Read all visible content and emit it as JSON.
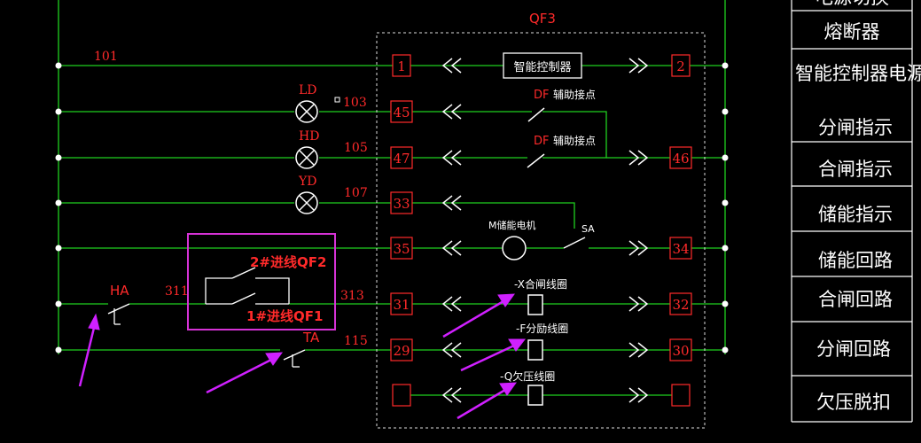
{
  "breaker": {
    "name": "QF3"
  },
  "wire_labels": {
    "w101": "101",
    "w103": "103",
    "w105": "105",
    "w107": "107",
    "w311": "311",
    "w313": "313",
    "w115": "115"
  },
  "lamps": {
    "ld": "LD",
    "hd": "HD",
    "yd": "YD"
  },
  "switches": {
    "ha": "HA",
    "ta": "TA",
    "sa": "SA"
  },
  "components": {
    "controller": "智能控制器",
    "df1_prefix": "DF",
    "df1_label": "辅助接点",
    "df2_prefix": "DF",
    "df2_label": "辅助接点",
    "motor": "M储能电机",
    "close_coil": "-X合闸线圈",
    "shunt_coil": "-F分励线圈",
    "uv_coil": "-Q欠压线圈"
  },
  "interlock": {
    "qf2": "2#进线QF2",
    "qf1": "1#进线QF1"
  },
  "terminals_left": [
    "1",
    "45",
    "47",
    "33",
    "35",
    "31",
    "29",
    ""
  ],
  "terminals_right": [
    "2",
    "46",
    "34",
    "32",
    "30",
    ""
  ],
  "legend": {
    "top_partial": "电源切换",
    "items": [
      "熔断器",
      "智能控制器电源",
      "分闸指示",
      "合闸指示",
      "储能指示",
      "储能回路",
      "合闸回路",
      "分闸回路",
      "欠压脱扣"
    ]
  },
  "colors": {
    "wire": "#1fd01f",
    "label": "#ff2a2a",
    "box": "#d632d6",
    "arrow": "#d020ff",
    "outline": "#ffffff"
  }
}
